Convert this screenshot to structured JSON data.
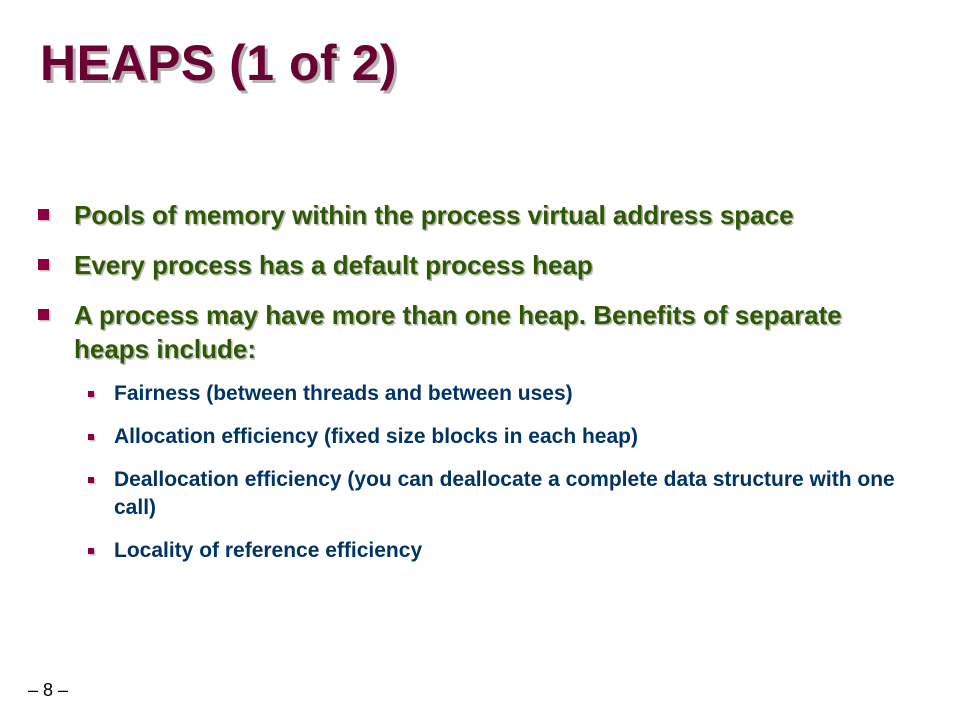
{
  "slide": {
    "title": "HEAPS (1 of 2)",
    "bullets": [
      {
        "text": "Pools of memory within the process virtual address space"
      },
      {
        "text": "Every process has a default process heap"
      },
      {
        "text": "A process may have more than one heap. Benefits of separate heaps include:"
      }
    ],
    "sub_bullets": [
      {
        "text": "Fairness (between threads and between uses)"
      },
      {
        "text": "Allocation efficiency (fixed size blocks in each heap)"
      },
      {
        "text": "Deallocation efficiency (you can deallocate a complete data structure with one call)"
      },
      {
        "text": "Locality of reference efficiency"
      }
    ],
    "page_number": "– 8 –"
  },
  "colors": {
    "title": "#6b0033",
    "bullet_text": "#2d5a00",
    "sub_bullet_text": "#003366",
    "bullet_marker": "#8c0040"
  },
  "icons": {
    "bullet_marker": "square-bullet-icon"
  }
}
